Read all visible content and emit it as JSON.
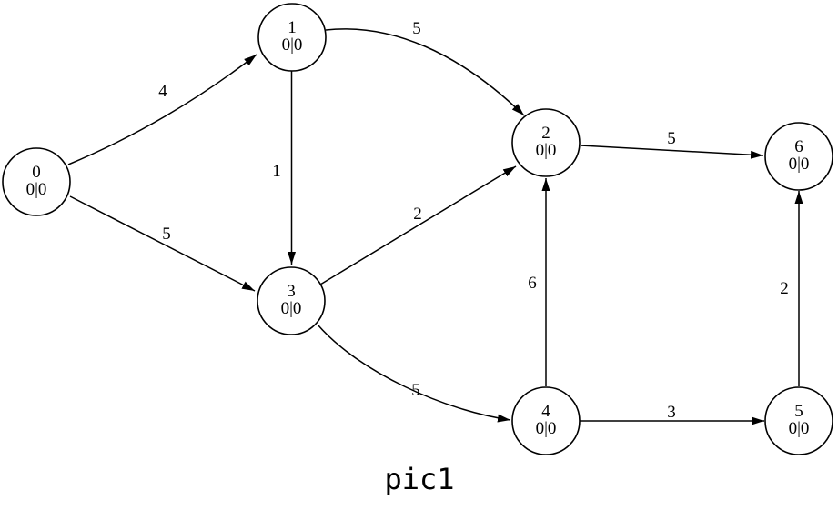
{
  "caption": "pic1",
  "colors": {
    "stroke": "#000000",
    "background": "#ffffff",
    "text": "#000000"
  },
  "graph": {
    "nodes": [
      {
        "id": "0",
        "value": "0|0"
      },
      {
        "id": "1",
        "value": "0|0"
      },
      {
        "id": "2",
        "value": "0|0"
      },
      {
        "id": "3",
        "value": "0|0"
      },
      {
        "id": "4",
        "value": "0|0"
      },
      {
        "id": "5",
        "value": "0|0"
      },
      {
        "id": "6",
        "value": "0|0"
      }
    ],
    "edges": [
      {
        "from": "0",
        "to": "1",
        "weight": "4"
      },
      {
        "from": "0",
        "to": "3",
        "weight": "5"
      },
      {
        "from": "1",
        "to": "2",
        "weight": "5"
      },
      {
        "from": "1",
        "to": "3",
        "weight": "1"
      },
      {
        "from": "3",
        "to": "2",
        "weight": "2"
      },
      {
        "from": "3",
        "to": "4",
        "weight": "5"
      },
      {
        "from": "4",
        "to": "2",
        "weight": "6"
      },
      {
        "from": "2",
        "to": "6",
        "weight": "5"
      },
      {
        "from": "4",
        "to": "5",
        "weight": "3"
      },
      {
        "from": "5",
        "to": "6",
        "weight": "2"
      }
    ]
  }
}
